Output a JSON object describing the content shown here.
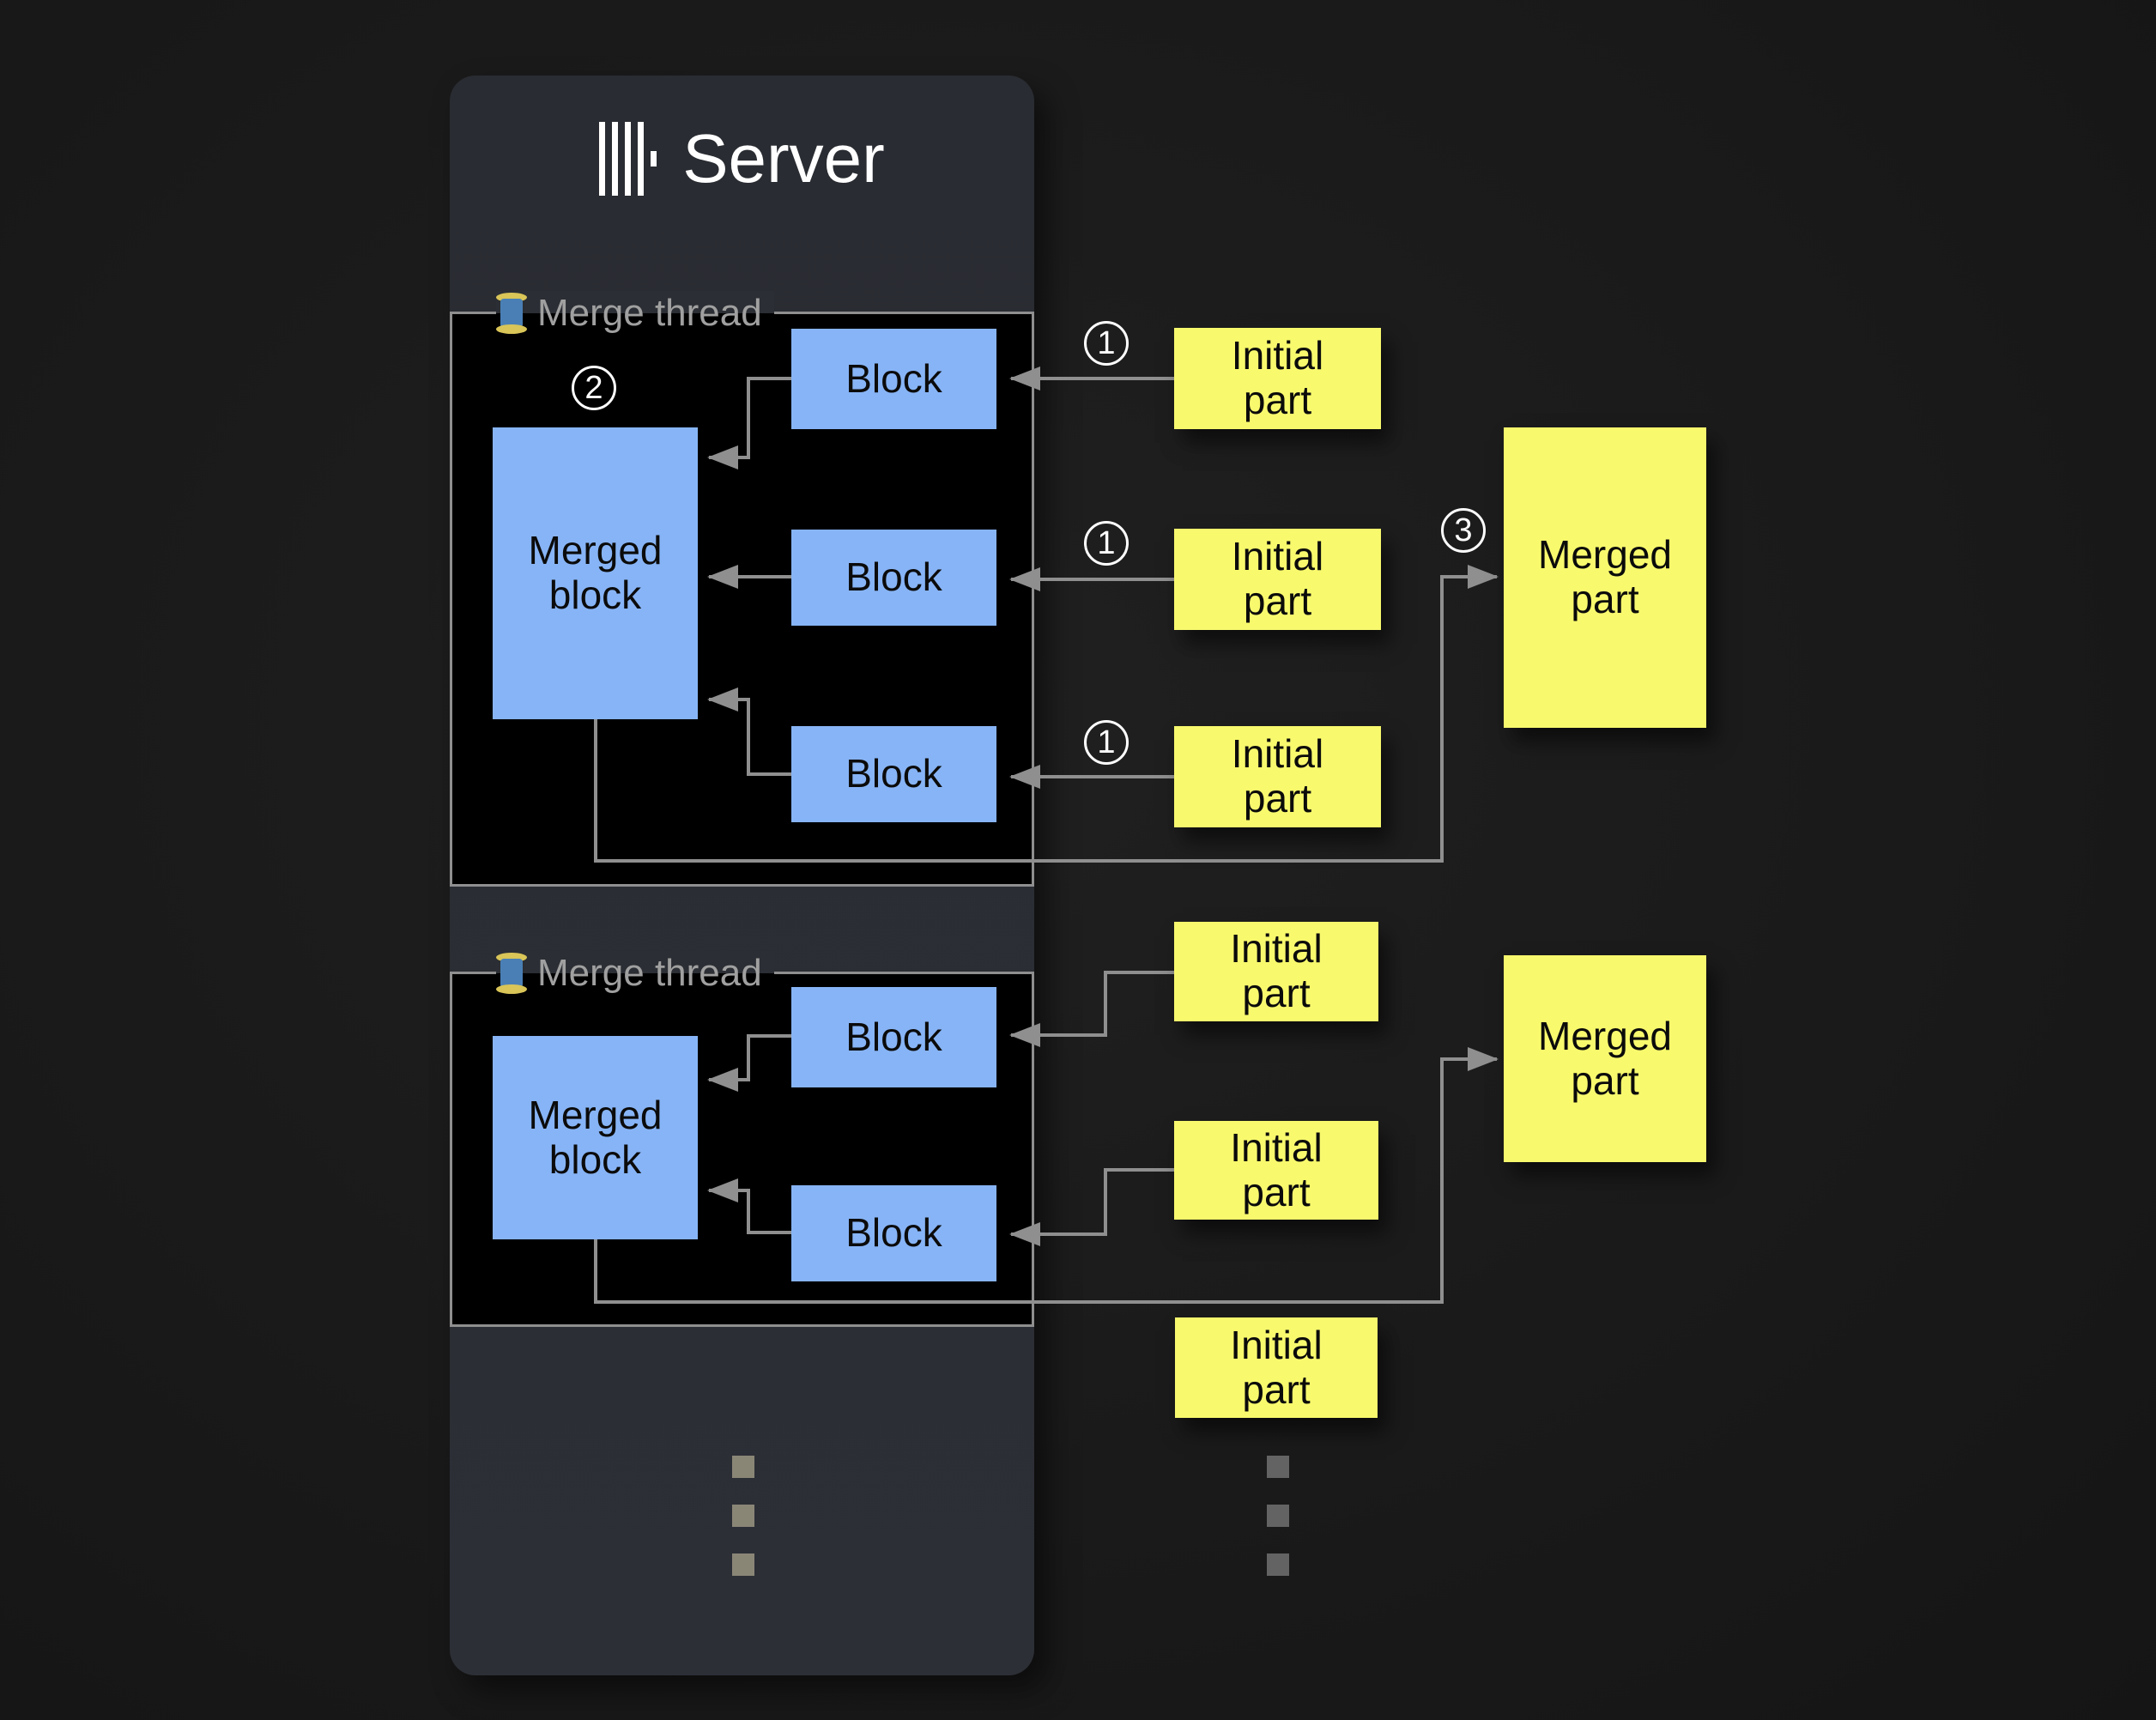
{
  "server": {
    "title": "Server",
    "logo": "clickhouse-bars-logo"
  },
  "threads": [
    {
      "label": "Merge thread",
      "icon": "thread-spool",
      "merged_block_label": "Merged block",
      "block_labels": [
        "Block",
        "Block",
        "Block"
      ]
    },
    {
      "label": "Merge thread",
      "icon": "thread-spool",
      "merged_block_label": "Merged block",
      "block_labels": [
        "Block",
        "Block"
      ]
    }
  ],
  "initial_parts": [
    "Initial part",
    "Initial part",
    "Initial part",
    "Initial part",
    "Initial part",
    "Initial part"
  ],
  "merged_parts": [
    "Merged part",
    "Merged part"
  ],
  "step_labels": {
    "step1": "1",
    "step2": "2",
    "step3": "3"
  },
  "colors": {
    "background": "#1a1a1a",
    "server_panel": "#2b2e34",
    "thread_panel": "#000000",
    "block_blue": "#87b4f6",
    "part_yellow": "#f8f96d",
    "line_gray": "#8f8f8f",
    "label_gray": "#a0a0a0",
    "title_white": "#ffffff"
  }
}
